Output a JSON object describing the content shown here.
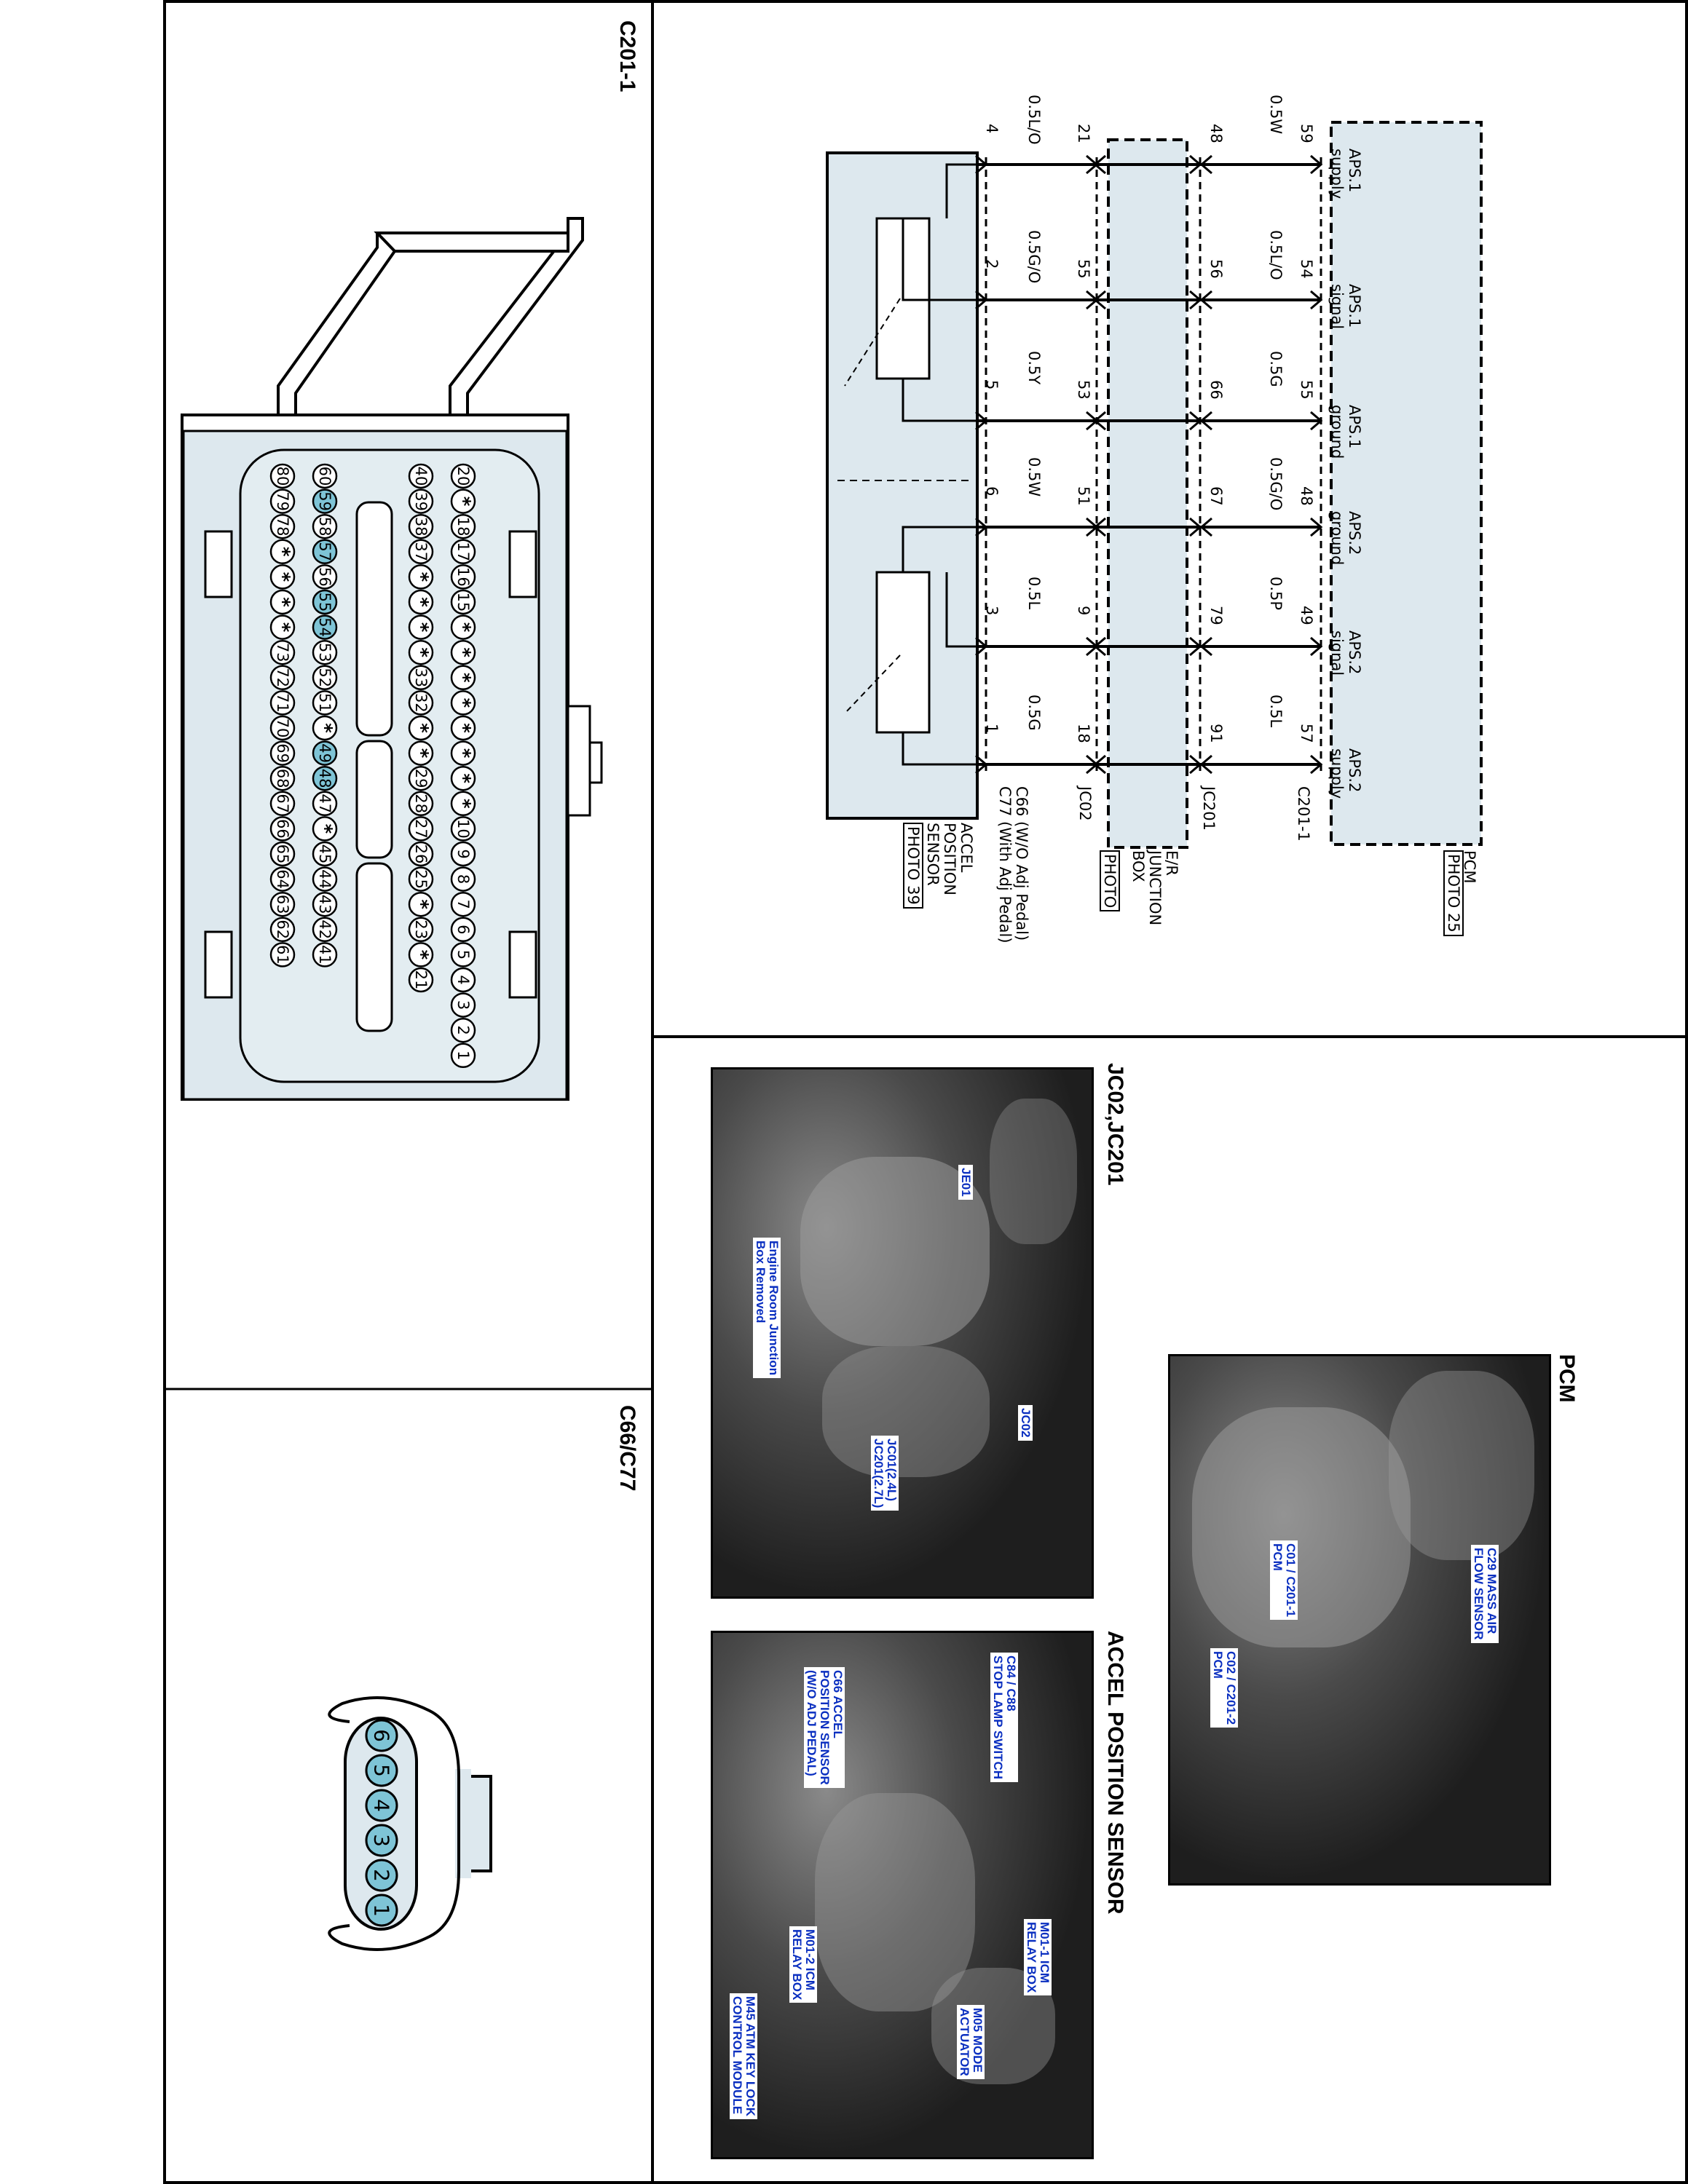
{
  "connectors": {
    "c201_1": {
      "title": "C201-1",
      "rows": [
        [
          "20",
          "*",
          "18",
          "17",
          "16",
          "15",
          "*",
          "*",
          "*",
          "*",
          "*",
          "*",
          "*",
          "*",
          "10",
          "9",
          "8",
          "7",
          "6",
          "5",
          "4",
          "3",
          "2",
          "1"
        ],
        [
          "40",
          "39",
          "38",
          "37",
          "*",
          "*",
          "*",
          "*",
          "33",
          "32",
          "*",
          "*",
          "29",
          "28",
          "27",
          "26",
          "25",
          "*",
          "23",
          "*",
          "21"
        ],
        [
          "60",
          "59",
          "58",
          "57",
          "56",
          "55",
          "54",
          "53",
          "52",
          "51",
          "*",
          "49",
          "48",
          "47",
          "*",
          "45",
          "44",
          "43",
          "42",
          "41"
        ],
        [
          "80",
          "79",
          "78",
          "*",
          "*",
          "*",
          "*",
          "73",
          "72",
          "71",
          "70",
          "69",
          "68",
          "67",
          "66",
          "65",
          "64",
          "63",
          "62",
          "61"
        ]
      ],
      "highlighted": [
        "59",
        "57",
        "55",
        "54",
        "49",
        "48"
      ]
    },
    "c66_c77": {
      "title": "C66/C77",
      "pins": [
        "6",
        "5",
        "4",
        "3",
        "2",
        "1"
      ]
    }
  },
  "schematic": {
    "pcm": {
      "name": "PCM",
      "photo": "PHOTO 25",
      "connector": "C201-1"
    },
    "junction_box": {
      "name": [
        "E/R",
        "JUNCTION",
        "BOX"
      ],
      "photo": "PHOTO",
      "connector_top": "JC201",
      "connector_bottom": "JC02"
    },
    "sensor": {
      "name": [
        "ACCEL",
        "POSITION",
        "SENSOR"
      ],
      "photo": "PHOTO 39",
      "connector": [
        "C66 (W/O Adj Pedal)",
        "C77 (With Adj Pedal)"
      ]
    },
    "circuits": [
      {
        "label": [
          "APS.1",
          "supply"
        ],
        "pcm_pin": "59",
        "wire_top": "0.5W",
        "jb_top_pin": "48",
        "jb_bottom_pin": "21",
        "wire_bottom": "0.5L/O",
        "sensor_pin": "4"
      },
      {
        "label": [
          "APS.1",
          "signal"
        ],
        "pcm_pin": "54",
        "wire_top": "0.5L/O",
        "jb_top_pin": "56",
        "jb_bottom_pin": "55",
        "wire_bottom": "0.5G/O",
        "sensor_pin": "2"
      },
      {
        "label": [
          "APS.1",
          "ground"
        ],
        "pcm_pin": "55",
        "wire_top": "0.5G",
        "jb_top_pin": "66",
        "jb_bottom_pin": "53",
        "wire_bottom": "0.5Y",
        "sensor_pin": "5"
      },
      {
        "label": [
          "APS.2",
          "ground"
        ],
        "pcm_pin": "48",
        "wire_top": "0.5G/O",
        "jb_top_pin": "67",
        "jb_bottom_pin": "51",
        "wire_bottom": "0.5W",
        "sensor_pin": "6"
      },
      {
        "label": [
          "APS.2",
          "signal"
        ],
        "pcm_pin": "49",
        "wire_top": "0.5P",
        "jb_top_pin": "79",
        "jb_bottom_pin": "9",
        "wire_bottom": "0.5L",
        "sensor_pin": "3"
      },
      {
        "label": [
          "APS.2",
          "supply"
        ],
        "pcm_pin": "57",
        "wire_top": "0.5L",
        "jb_top_pin": "91",
        "jb_bottom_pin": "18",
        "wire_bottom": "0.5G",
        "sensor_pin": "1"
      }
    ]
  },
  "photos": {
    "jc02": {
      "title": "JC02,JC201",
      "labels": [
        "JE01",
        "JC02",
        "Engine Room Junction\nBox Removed",
        "JC01(2.4L)\nJC201(2.7L)"
      ]
    },
    "pcm": {
      "title": "PCM",
      "labels": [
        "C29 MASS AIR\nFLOW SENSOR",
        "C01 / C201-1\nPCM",
        "C02 / C201-2\nPCM"
      ]
    },
    "accel": {
      "title": "ACCEL POSITION SENSOR",
      "labels": [
        "C84 / C88\nSTOP LAMP SWITCH",
        "C66 ACCEL\nPOSITION SENSOR\n(W/O ADJ PEDAL)",
        "M01-1 ICM\nRELAY BOX",
        "M01-2 ICM\nRELAY BOX",
        "M05 MODE\nACTUATOR",
        "M45 ATM KEY LOCK\nCONTROL MODULE"
      ]
    }
  }
}
